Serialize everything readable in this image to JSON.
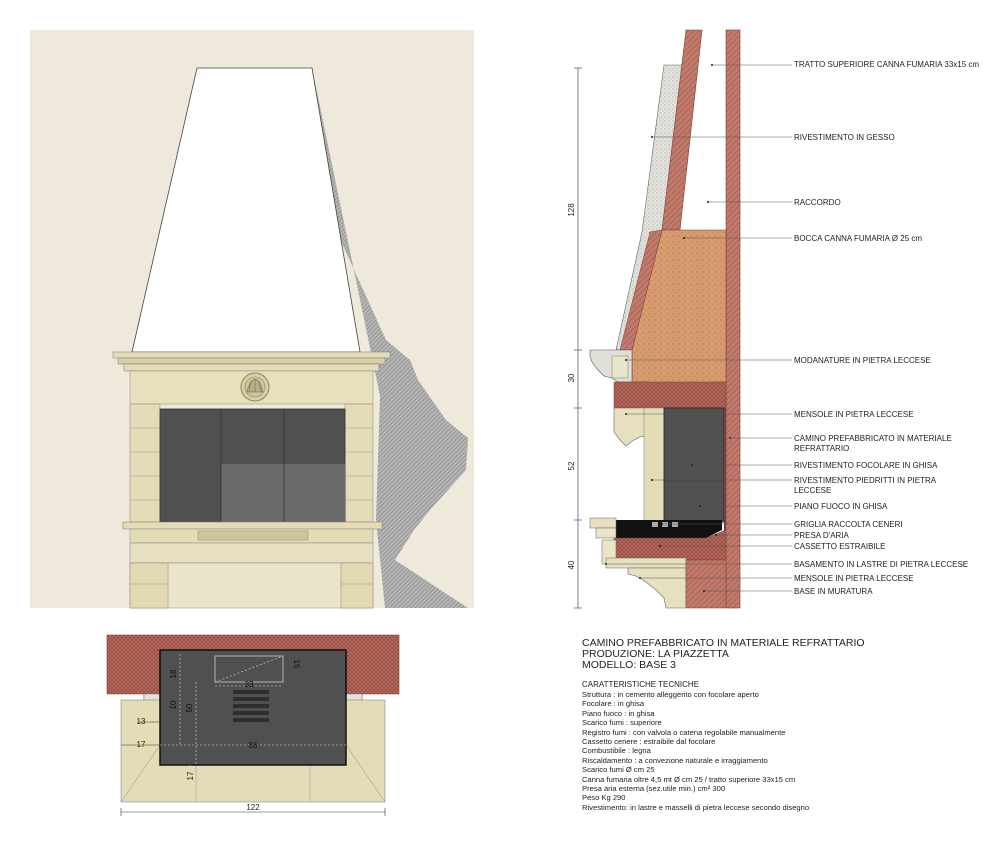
{
  "colors": {
    "backdrop": "#efe9dc",
    "stone": "#e4dcb6",
    "stone_dark": "#cfc59a",
    "firebox": "#505050",
    "firebox_light": "#696969",
    "brick": "#b86a5e",
    "refractory": "#d79a6e",
    "shadow": "#9a9a9a",
    "steel": "#111111"
  },
  "section_labels": [
    "TRATTO SUPERIORE CANNA FUMARIA 33x15 cm",
    "RIVESTIMENTO IN GESSO",
    "RACCORDO",
    "BOCCA CANNA FUMARIA Ø 25 cm",
    "MODANATURE IN PIETRA LECCESE",
    "MENSOLE IN PIETRA LECCESE",
    "CAMINO PREFABBRICATO IN MATERIALE",
    "REFRATTARIO",
    "RIVESTIMENTO FOCOLARE IN GHISA",
    "RIVESTIMENTO PIEDRITTI IN PIETRA",
    "LECCESE",
    "PIANO FUOCO IN GHISA",
    "GRIGLIA RACCOLTA CENERI",
    "PRESA D'ARIA",
    "CASSETTO ESTRAIBILE",
    "BASAMENTO IN LASTRE DI PIETRA LECCESE",
    "MENSOLE IN PIETRA LECCESE",
    "BASE IN MURATURA"
  ],
  "section_dims": [
    "128",
    "30",
    "52",
    "40"
  ],
  "plan_dims": {
    "d18": "18",
    "d33": "33",
    "d15": "15",
    "d10": "10",
    "d50": "50",
    "d13": "13",
    "d17a": "17",
    "d86": "86",
    "d17b": "17",
    "d122": "122"
  },
  "title_lines": [
    "CAMINO PREFABBRICATO IN MATERIALE REFRATTARIO",
    "PRODUZIONE: LA PIAZZETTA",
    "MODELLO: BASE 3"
  ],
  "specs_heading": "CARATTERISTICHE TECNICHE",
  "specs": [
    "Struttura : in cemento alleggerito con focolare aperto",
    "Focolare : in ghisa",
    "Piano fuoco : in ghisa",
    "Scarico fumi : superiore",
    "Registro fumi : con valvola o catena regolabile manualmente",
    "Cassetto cenere : estraibile dal focolare",
    "Combustibile : legna",
    "Riscaldamento : a convezione naturale e irraggiamento",
    "Scarico fumi Ø cm 25",
    "Canna fumaria oltre 4,5 mt Ø cm 25 / tratto superiore 33x15 cm",
    "Presa aria esterna (sez.utile min.) cm² 300",
    "Peso Kg 290",
    "Rivestimento: in lastre e masselli di pietra leccese secondo disegno"
  ]
}
